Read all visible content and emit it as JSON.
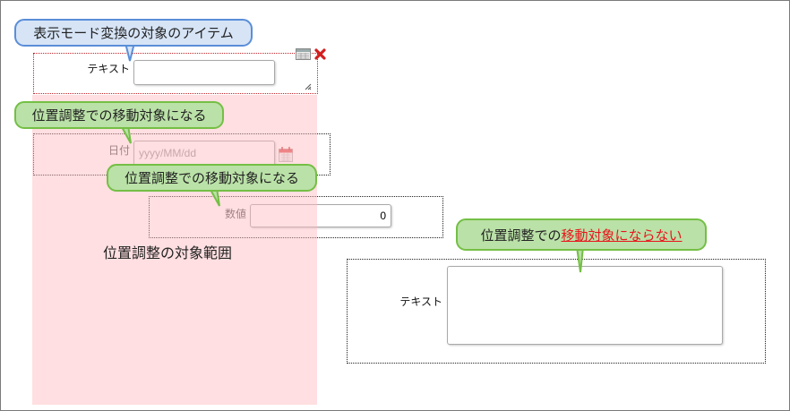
{
  "callouts": {
    "display_mode": "表示モード変換の対象のアイテム",
    "moves_1": "位置調整での移動対象になる",
    "moves_2": "位置調整での移動対象になる",
    "not_moves_prefix": "位置調整での",
    "not_moves_highlight": "移動対象にならない"
  },
  "range_label": "位置調整の対象範囲",
  "items": {
    "text1": {
      "label": "テキスト",
      "value": ""
    },
    "date": {
      "label": "日付",
      "placeholder": "yyyy/MM/dd"
    },
    "number": {
      "label": "数値",
      "value": "0"
    },
    "text2": {
      "label": "テキスト",
      "value": ""
    }
  },
  "colors": {
    "pink_range": "#ffdfe0",
    "blue_callout": "#d6e4f6",
    "green_callout": "#bae1a7",
    "highlight": "#e8141c"
  }
}
